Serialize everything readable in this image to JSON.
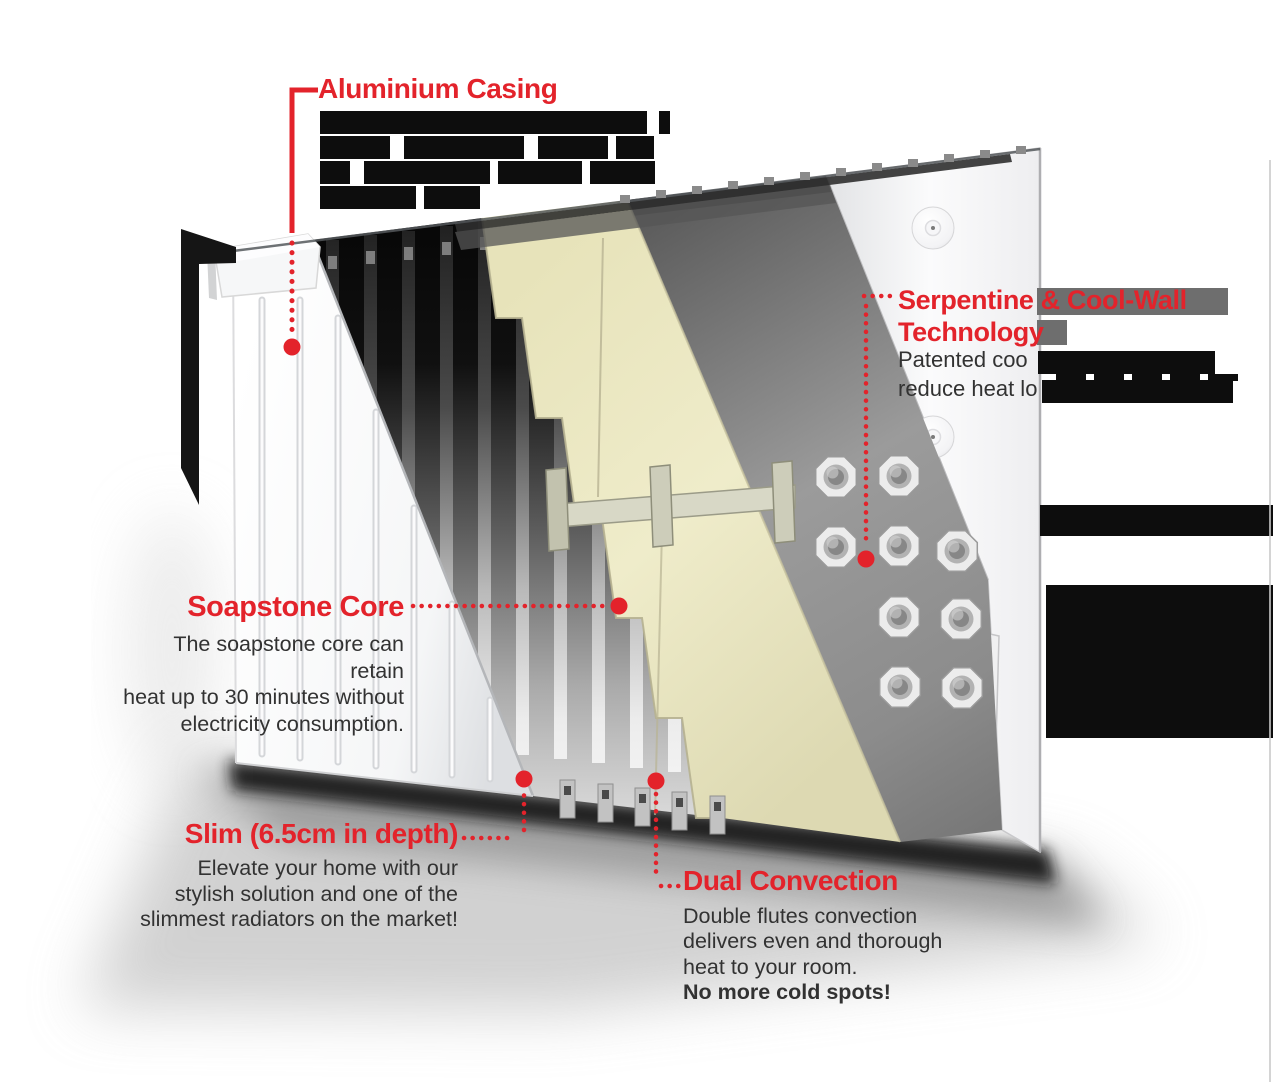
{
  "colors": {
    "accent_red": "#e3232b",
    "body_text": "#323232",
    "redaction_black": "#0d0d0d",
    "soapstone_yellow": "#eae6c2",
    "serpentine_gray": "#8a8a8a",
    "casing_white": "#f7f8f9"
  },
  "callouts": {
    "aluminium_casing": {
      "title": "Aluminium Casing",
      "body_redacted": true
    },
    "serpentine_cool_wall": {
      "title_line1": "Serpentine & Cool-Wall",
      "title_line2": "Technology",
      "body_line1_visible": "Patented coo",
      "body_line2_visible": "reduce heat lo",
      "body_partially_redacted": true
    },
    "soapstone_core": {
      "title": "Soapstone Core",
      "body_line1": "The soapstone core can retain",
      "body_line2": "heat up to 30 minutes without",
      "body_line3": "electricity consumption."
    },
    "slim": {
      "title": "Slim (6.5cm in depth)",
      "body_line1": "Elevate your home with our",
      "body_line2": "stylish solution and one of the",
      "body_line3": "slimmest radiators on the market!"
    },
    "dual_convection": {
      "title": "Dual Convection",
      "body_line1": "Double flutes convection",
      "body_line2": "delivers even and thorough",
      "body_line3": "heat to your room.",
      "body_line4": "No more cold spots!"
    }
  },
  "illustration": {
    "subject": "slim-electric-radiator-cutaway",
    "layers": [
      "aluminium-casing-front-panel",
      "convection-flutes",
      "soapstone-core-panels",
      "serpentine-cool-wall-plate",
      "rear-casing-panel"
    ]
  }
}
